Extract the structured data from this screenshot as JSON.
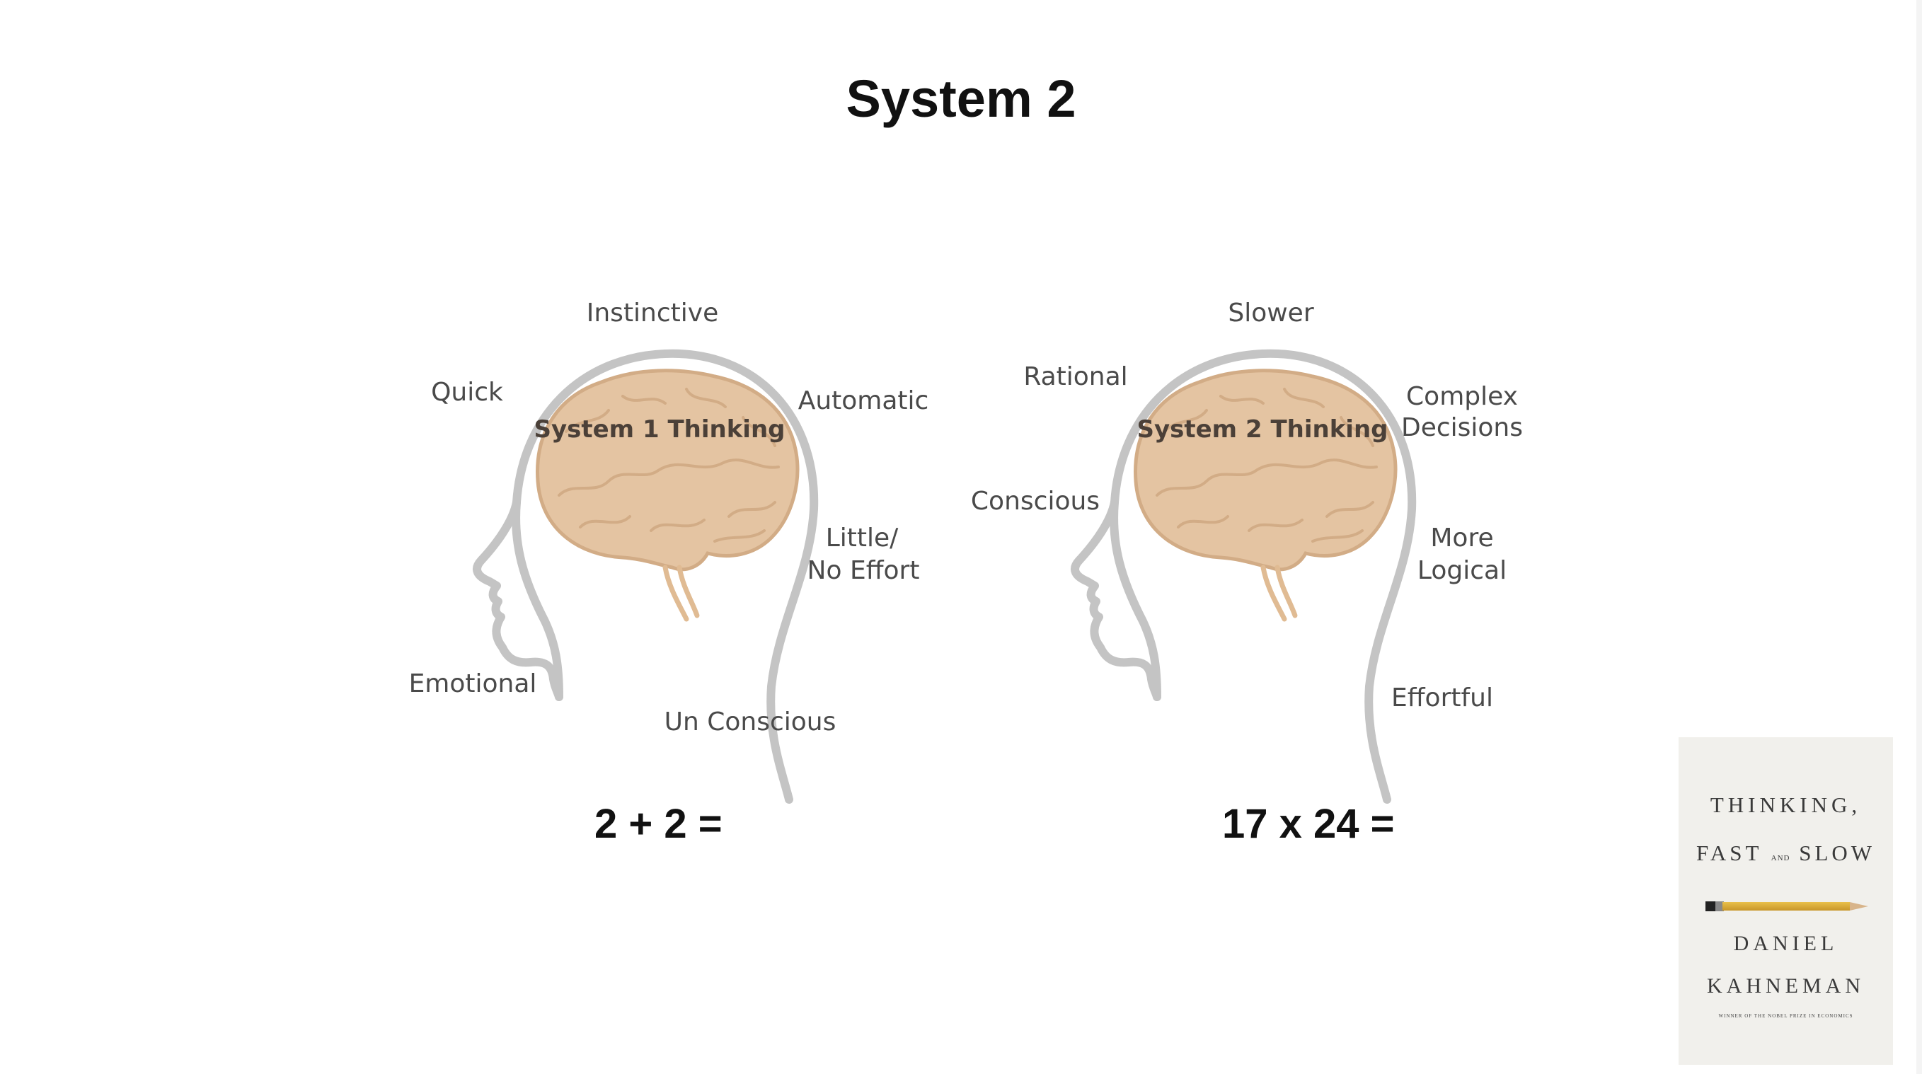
{
  "slide": {
    "title": "System 2"
  },
  "system1": {
    "brain_label": "System 1 Thinking",
    "labels": {
      "top": "Instinctive",
      "upper_left": "Quick",
      "upper_right": "Automatic",
      "right_line1": "Little/",
      "right_line2": "No Effort",
      "lower_left": "Emotional",
      "bottom": "Un Conscious"
    },
    "equation": "2 + 2 ="
  },
  "system2": {
    "brain_label": "System 2 Thinking",
    "labels": {
      "top": "Slower",
      "upper_left": "Rational",
      "left": "Conscious",
      "upper_right_line1": "Complex",
      "upper_right_line2": "Decisions",
      "right_line1": "More",
      "right_line2": "Logical",
      "lower_right": "Effortful"
    },
    "equation": "17 x 24 ="
  },
  "book": {
    "title_line1": "THINKING,",
    "title_fast": "FAST",
    "title_and": "AND",
    "title_slow": "SLOW",
    "author_line1": "DANIEL",
    "author_line2": "KAHNEMAN",
    "tagline": "WINNER OF THE NOBEL PRIZE IN ECONOMICS"
  },
  "colors": {
    "head_outline": "#c4c4c4",
    "brain_fill": "#e4c4a2",
    "brain_stroke": "#d2ac86",
    "label_text": "#4a4a4a",
    "title_text": "#111111"
  }
}
